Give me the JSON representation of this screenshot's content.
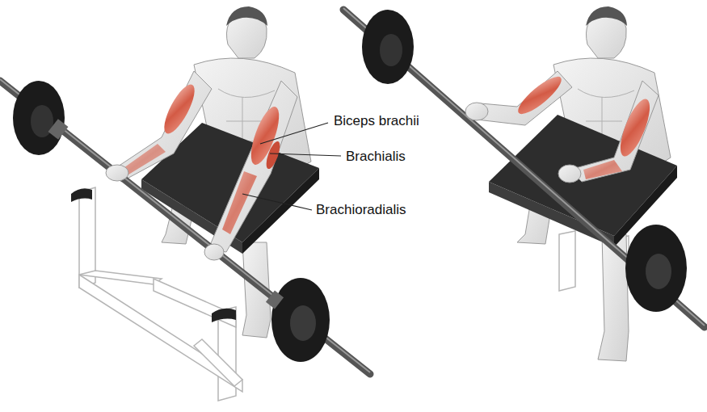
{
  "diagram": {
    "labels": [
      "Biceps brachii",
      "Brachialis",
      "Brachioradialis"
    ]
  }
}
